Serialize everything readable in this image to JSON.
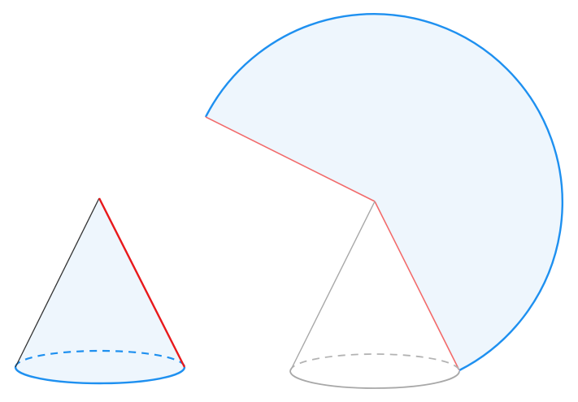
{
  "figure": {
    "description_labels": [],
    "colors": {
      "fill": "#eef6fd",
      "base_edge": "#1e90f0",
      "highlight_edge": "#e8191c",
      "cut_edge": "#f26b6b",
      "slant_dark": "#333333",
      "ghost": "#a8a8a8",
      "ghost_dashed": "#b3b3b3"
    },
    "shapes": [
      {
        "id": "cone-solid",
        "kind": "cone",
        "style": "filled"
      },
      {
        "id": "cone-net-sector",
        "kind": "sector",
        "style": "filled"
      },
      {
        "id": "cone-ghost",
        "kind": "cone",
        "style": "outline"
      }
    ]
  }
}
